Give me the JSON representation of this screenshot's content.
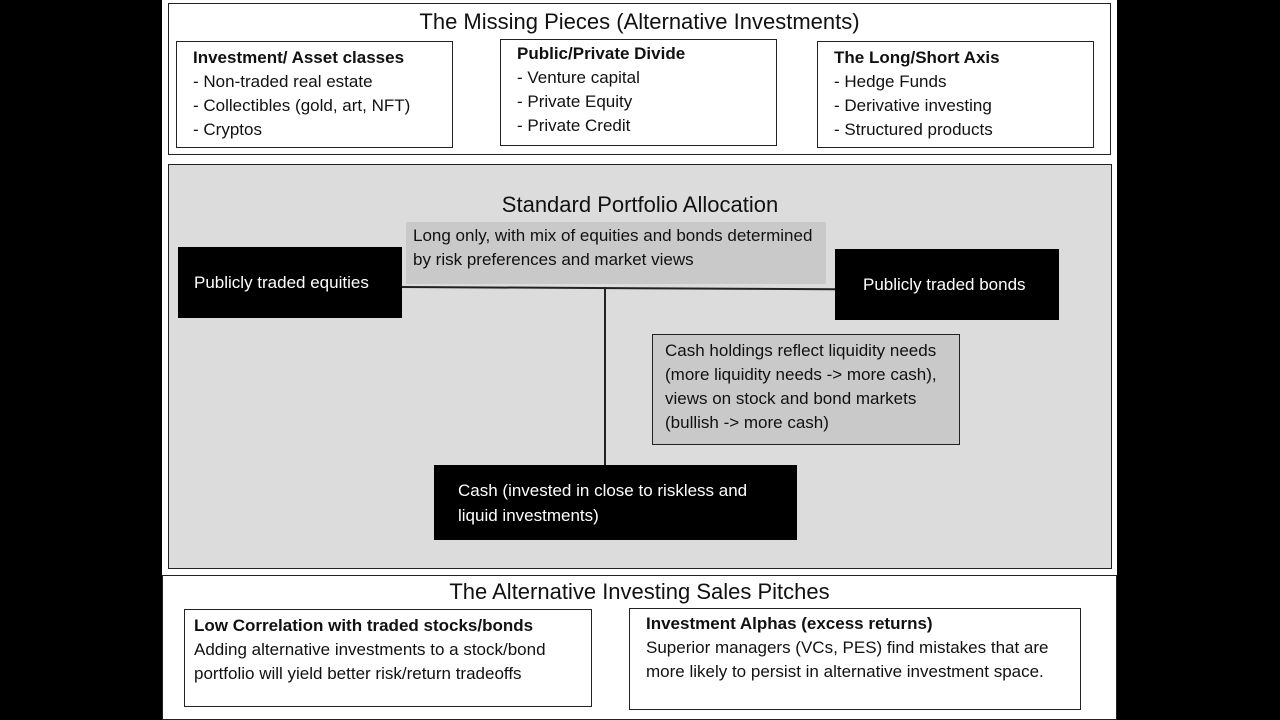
{
  "missing_pieces": {
    "title": "The Missing Pieces (Alternative Investments)",
    "boxes": [
      {
        "heading": "Investment/ Asset classes",
        "items": [
          "- Non-traded real estate",
          "- Collectibles (gold, art, NFT)",
          "- Cryptos"
        ]
      },
      {
        "heading": "Public/Private Divide",
        "items": [
          "- Venture capital",
          "- Private Equity",
          "- Private Credit"
        ]
      },
      {
        "heading": "The Long/Short Axis",
        "items": [
          "- Hedge Funds",
          "- Derivative investing",
          "- Structured products"
        ]
      }
    ]
  },
  "standard_allocation": {
    "title": "Standard Portfolio Allocation",
    "equities": "Publicly traded equities",
    "bonds": "Publicly traded bonds",
    "long_only_note": "Long only, with mix of equities and bonds determined by risk preferences and market views",
    "cash_note": "Cash holdings reflect liquidity needs (more liquidity needs -> more cash), views on stock and bond markets (bullish -> more cash)",
    "cash": "Cash (invested in close to riskless and liquid investments)"
  },
  "sales_pitches": {
    "title": "The Alternative Investing Sales Pitches",
    "boxes": [
      {
        "heading": "Low Correlation with traded stocks/bonds",
        "text": "Adding alternative investments to a stock/bond portfolio will yield better risk/return tradeoffs"
      },
      {
        "heading": "Investment Alphas (excess returns)",
        "text": "Superior managers (VCs, PES) find mistakes that are more likely to persist in alternative investment space."
      }
    ]
  },
  "colors": {
    "background": "#000000",
    "slide": "#ffffff",
    "allocation_panel": "#dcdcdc",
    "note_box": "#c9c9c9",
    "black_box": "#000000"
  }
}
